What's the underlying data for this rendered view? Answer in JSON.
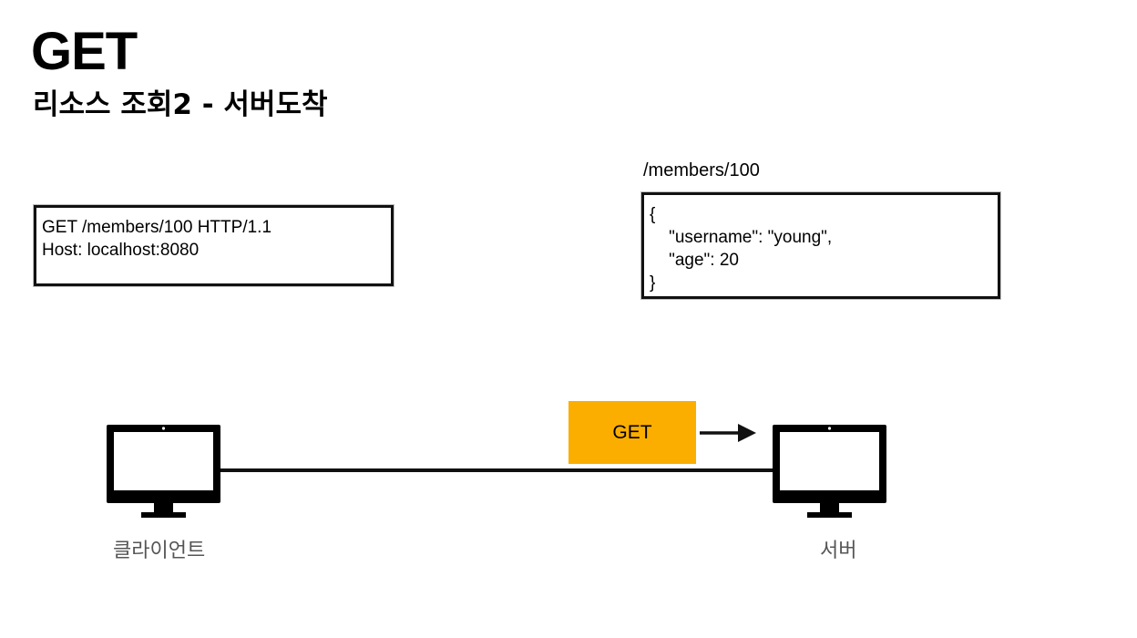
{
  "header": {
    "title": "GET",
    "subtitle": "리소스 조회2 - 서버도착"
  },
  "request": {
    "lines": [
      "GET /members/100 HTTP/1.1",
      "Host: localhost:8080"
    ]
  },
  "response": {
    "path": "/members/100",
    "lines": [
      "{",
      "    \"username\": \"young\",",
      "    \"age\": 20",
      "}"
    ]
  },
  "diagram": {
    "client_label": "클라이언트",
    "server_label": "서버",
    "method": "GET",
    "method_color": "#FBAE00",
    "client_icon": "monitor-icon",
    "server_icon": "monitor-icon",
    "arrow_icon": "arrow-right-icon"
  }
}
